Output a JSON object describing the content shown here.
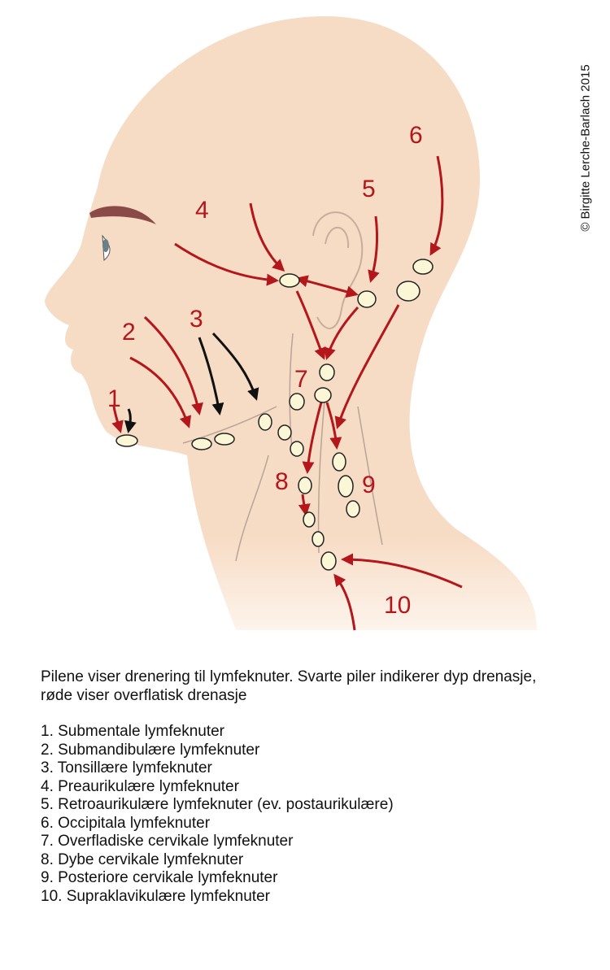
{
  "copyright": "© Birgitte Lerche-Barlach 2015",
  "labels": [
    "1",
    "2",
    "3",
    "4",
    "5",
    "6",
    "7",
    "8",
    "9",
    "10"
  ],
  "caption": "Pilene viser drenering til lymfeknuter. Svarte piler indikerer dyp drenasje, røde viser overflatisk drenasje",
  "legend": [
    "1. Submentale lymfeknuter",
    "2. Submandibulære lymfeknuter",
    "3. Tonsillære lymfeknuter",
    "4. Preaurikulære lymfeknuter",
    "5. Retroaurikulære lymfeknuter (ev. postaurikulære)",
    "6. Occipitala lymfeknuter",
    "7. Overfladiske cervikale lymfeknuter",
    "8. Dybe cervikale lymfeknuter",
    "9. Posteriore cervikale lymfeknuter",
    "10. Supraklavikulære lymfeknuter"
  ],
  "colors": {
    "skin": "#f7dcc5",
    "arrow_red": "#b3161b",
    "arrow_black": "#111111",
    "node": "#fbf6d6"
  }
}
